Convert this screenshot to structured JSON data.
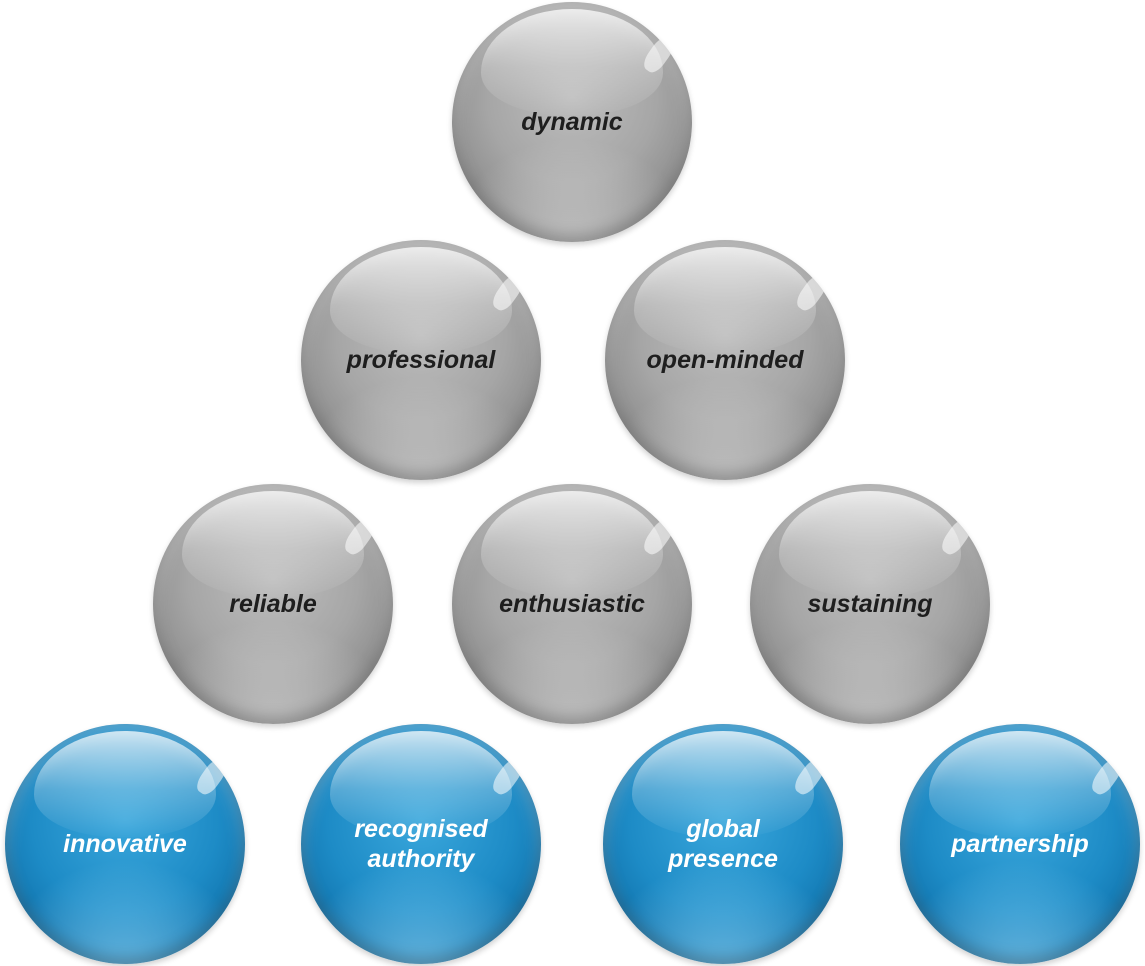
{
  "rows": [
    [
      "dynamic"
    ],
    [
      "professional",
      "open-minded"
    ],
    [
      "reliable",
      "enthusiastic",
      "sustaining"
    ],
    [
      "innovative",
      "recognised authority",
      "global presence",
      "partnership"
    ]
  ],
  "spheres": {
    "dynamic": {
      "text": "dynamic",
      "color": "gray"
    },
    "professional": {
      "text": "professional",
      "color": "gray"
    },
    "open_minded": {
      "text": "open-minded",
      "color": "gray"
    },
    "reliable": {
      "text": "reliable",
      "color": "gray"
    },
    "enthusiastic": {
      "text": "enthusiastic",
      "color": "gray"
    },
    "sustaining": {
      "text": "sustaining",
      "color": "gray"
    },
    "innovative": {
      "text": "innovative",
      "color": "blue"
    },
    "recognised_authority": {
      "line1": "recognised",
      "line2": "authority",
      "color": "blue"
    },
    "global_presence": {
      "line1": "global",
      "line2": "presence",
      "color": "blue"
    },
    "partnership": {
      "text": "partnership",
      "color": "blue"
    }
  },
  "colors": {
    "gray_sphere": "#a6a6a6",
    "blue_sphere": "#1d8bc6",
    "gray_text": "#1e1e1e",
    "blue_text": "#ffffff"
  }
}
